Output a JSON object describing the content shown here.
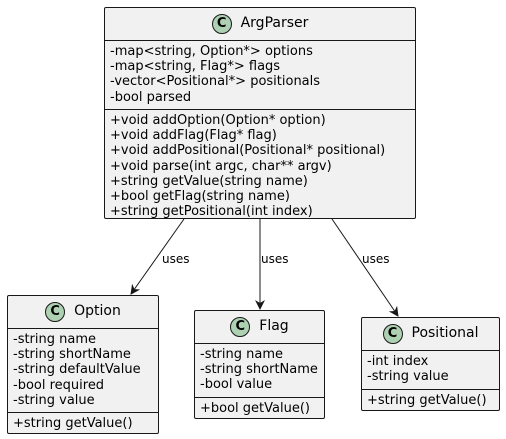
{
  "classes": {
    "argparser": {
      "badge": "C",
      "name": "ArgParser",
      "fields": [
        "-map<string, Option*> options",
        "-map<string, Flag*> flags",
        "-vector<Positional*> positionals",
        "-bool parsed"
      ],
      "methods": [
        "+void addOption(Option* option)",
        "+void addFlag(Flag* flag)",
        "+void addPositional(Positional* positional)",
        "+void parse(int argc, char** argv)",
        "+string getValue(string name)",
        "+bool getFlag(string name)",
        "+string getPositional(int index)"
      ]
    },
    "option": {
      "badge": "C",
      "name": "Option",
      "fields": [
        "-string name",
        "-string shortName",
        "-string defaultValue",
        "-bool required",
        "-string value"
      ],
      "methods": [
        "+string getValue()"
      ]
    },
    "flag": {
      "badge": "C",
      "name": "Flag",
      "fields": [
        "-string name",
        "-string shortName",
        "-bool value"
      ],
      "methods": [
        "+bool getValue()"
      ]
    },
    "positional": {
      "badge": "C",
      "name": "Positional",
      "fields": [
        "-int index",
        "-string value"
      ],
      "methods": [
        "+string getValue()"
      ]
    }
  },
  "relations": [
    {
      "from": "ArgParser",
      "to": "Option",
      "label": "uses"
    },
    {
      "from": "ArgParser",
      "to": "Flag",
      "label": "uses"
    },
    {
      "from": "ArgParser",
      "to": "Positional",
      "label": "uses"
    }
  ],
  "colors": {
    "box_fill": "#f1f1f1",
    "border": "#181818",
    "badge_fill": "#add1b2"
  }
}
